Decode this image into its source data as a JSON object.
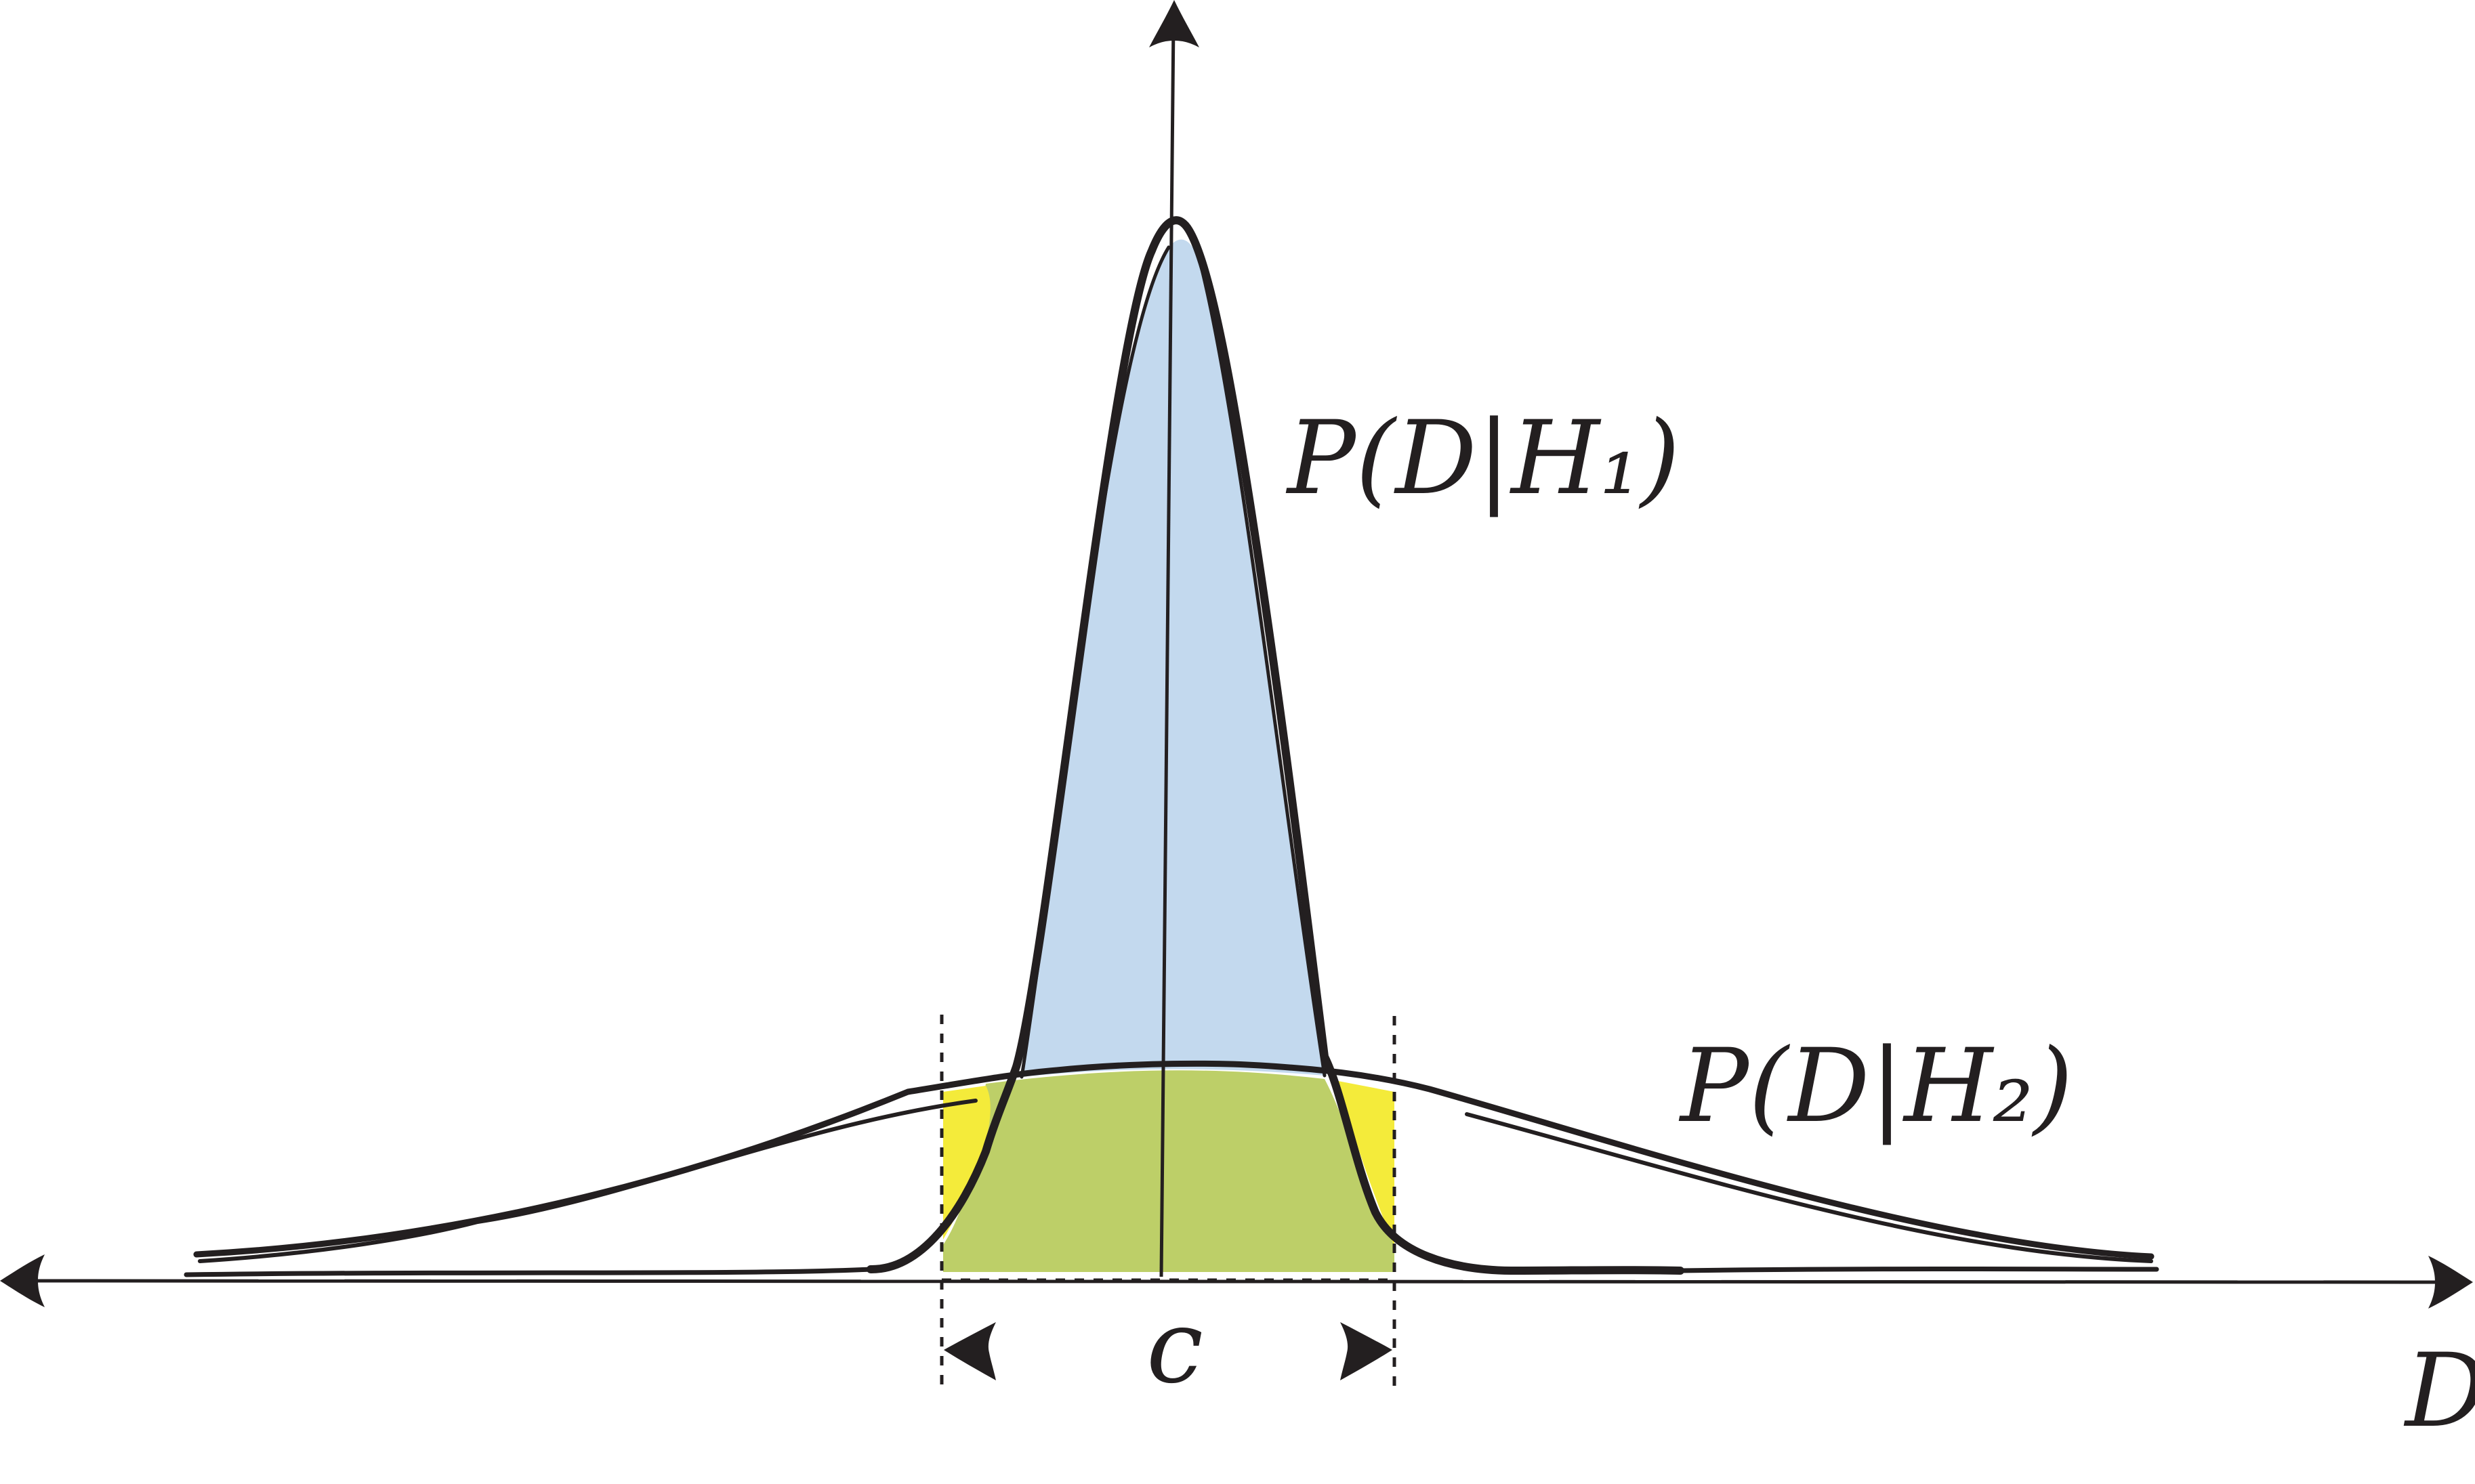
{
  "labels": {
    "h1_curve": "P(D|H₁)",
    "h2_curve": "P(D|H₂)",
    "interval": "c",
    "x_axis": "D"
  },
  "colors": {
    "h1_fill": "#c3d9ee",
    "overlap_fill": "#bdcf68",
    "tail_fill": "#f4eb3a",
    "ink": "#231f20"
  }
}
